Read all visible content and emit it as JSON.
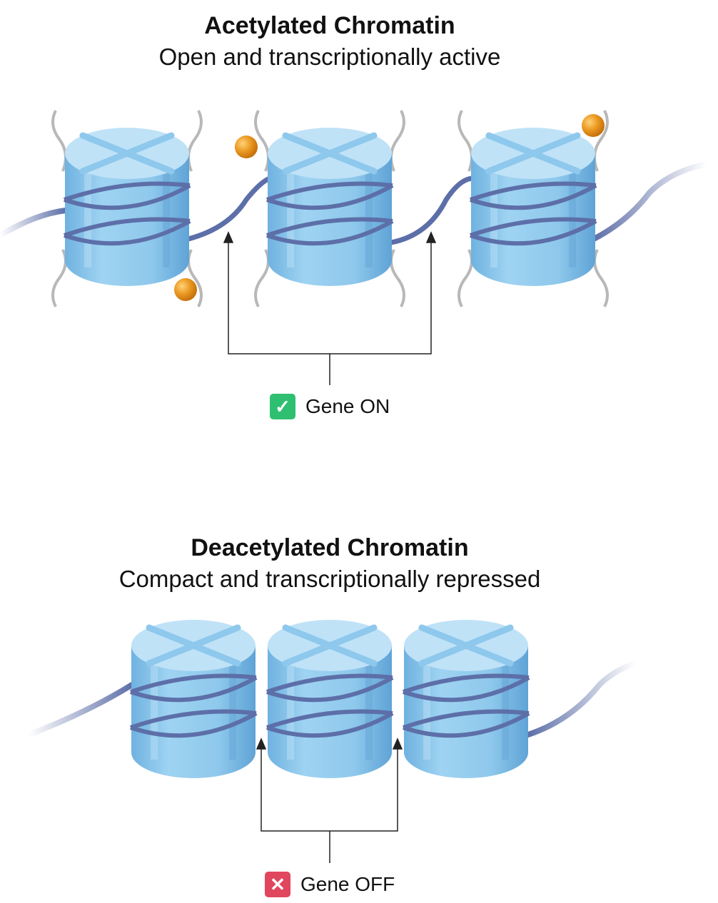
{
  "top": {
    "title": "Acetylated Chromatin",
    "subtitle": "Open and transcriptionally active",
    "status_label": "Gene ON",
    "status_icon": "check-icon",
    "status_color": "#2fbf71"
  },
  "bottom": {
    "title": "Deacetylated Chromatin",
    "subtitle": "Compact and transcriptionally repressed",
    "status_label": "Gene OFF",
    "status_icon": "cross-icon",
    "status_color": "#e0465e"
  },
  "colors": {
    "histone_side": "#8ec8ec",
    "histone_top": "#bfe2f7",
    "dna": "#5d6fa8",
    "histone_tail": "#b8b8b8",
    "acetyl_group": "#e8961a"
  }
}
